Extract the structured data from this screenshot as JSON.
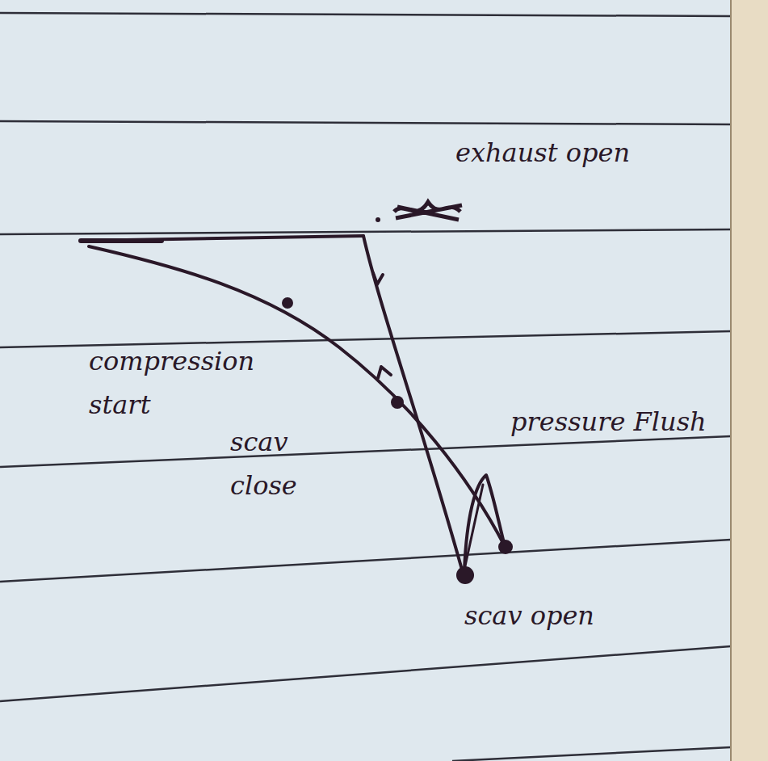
{
  "diagram": {
    "labels": [
      "exhaust open",
      "compression start",
      "scav close",
      "pressure Flush",
      "scav open"
    ]
  }
}
